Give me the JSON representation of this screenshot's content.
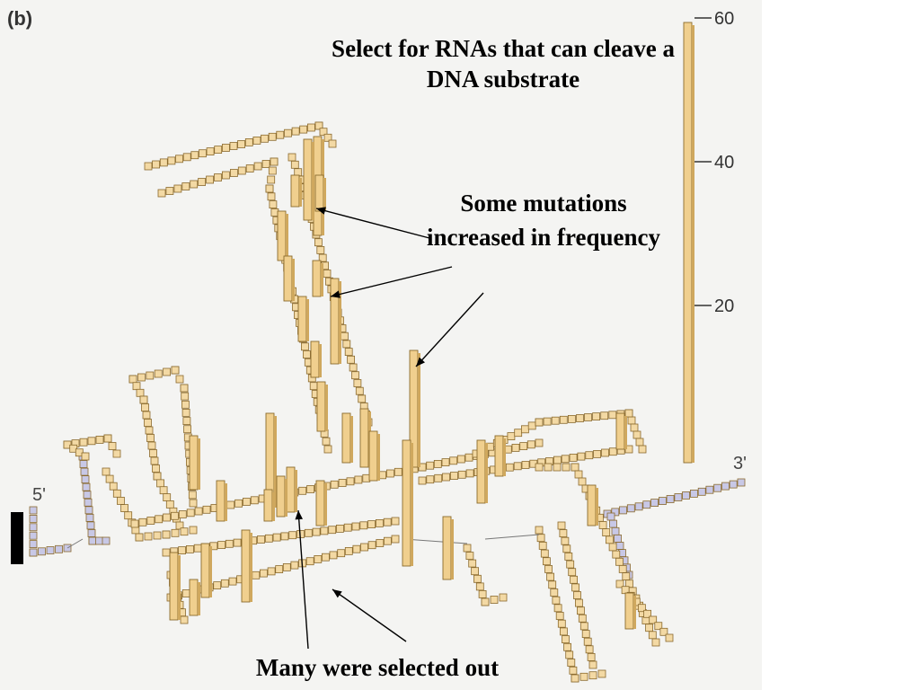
{
  "panel_label": "(b)",
  "captions": {
    "select": "Select for RNAs that can cleave a DNA substrate",
    "mutations": "Some mutations increased in frequency",
    "selected_out": "Many were selected out"
  },
  "ends": {
    "five_prime": "5'",
    "three_prime": "3'"
  },
  "scale": {
    "ticks": [
      "60",
      "40",
      "20"
    ]
  },
  "colors": {
    "nucleotide": "#f3d9a4",
    "primer": "#c8c8e6",
    "outline": "#8a6a2e",
    "arrow": "#000000"
  }
}
